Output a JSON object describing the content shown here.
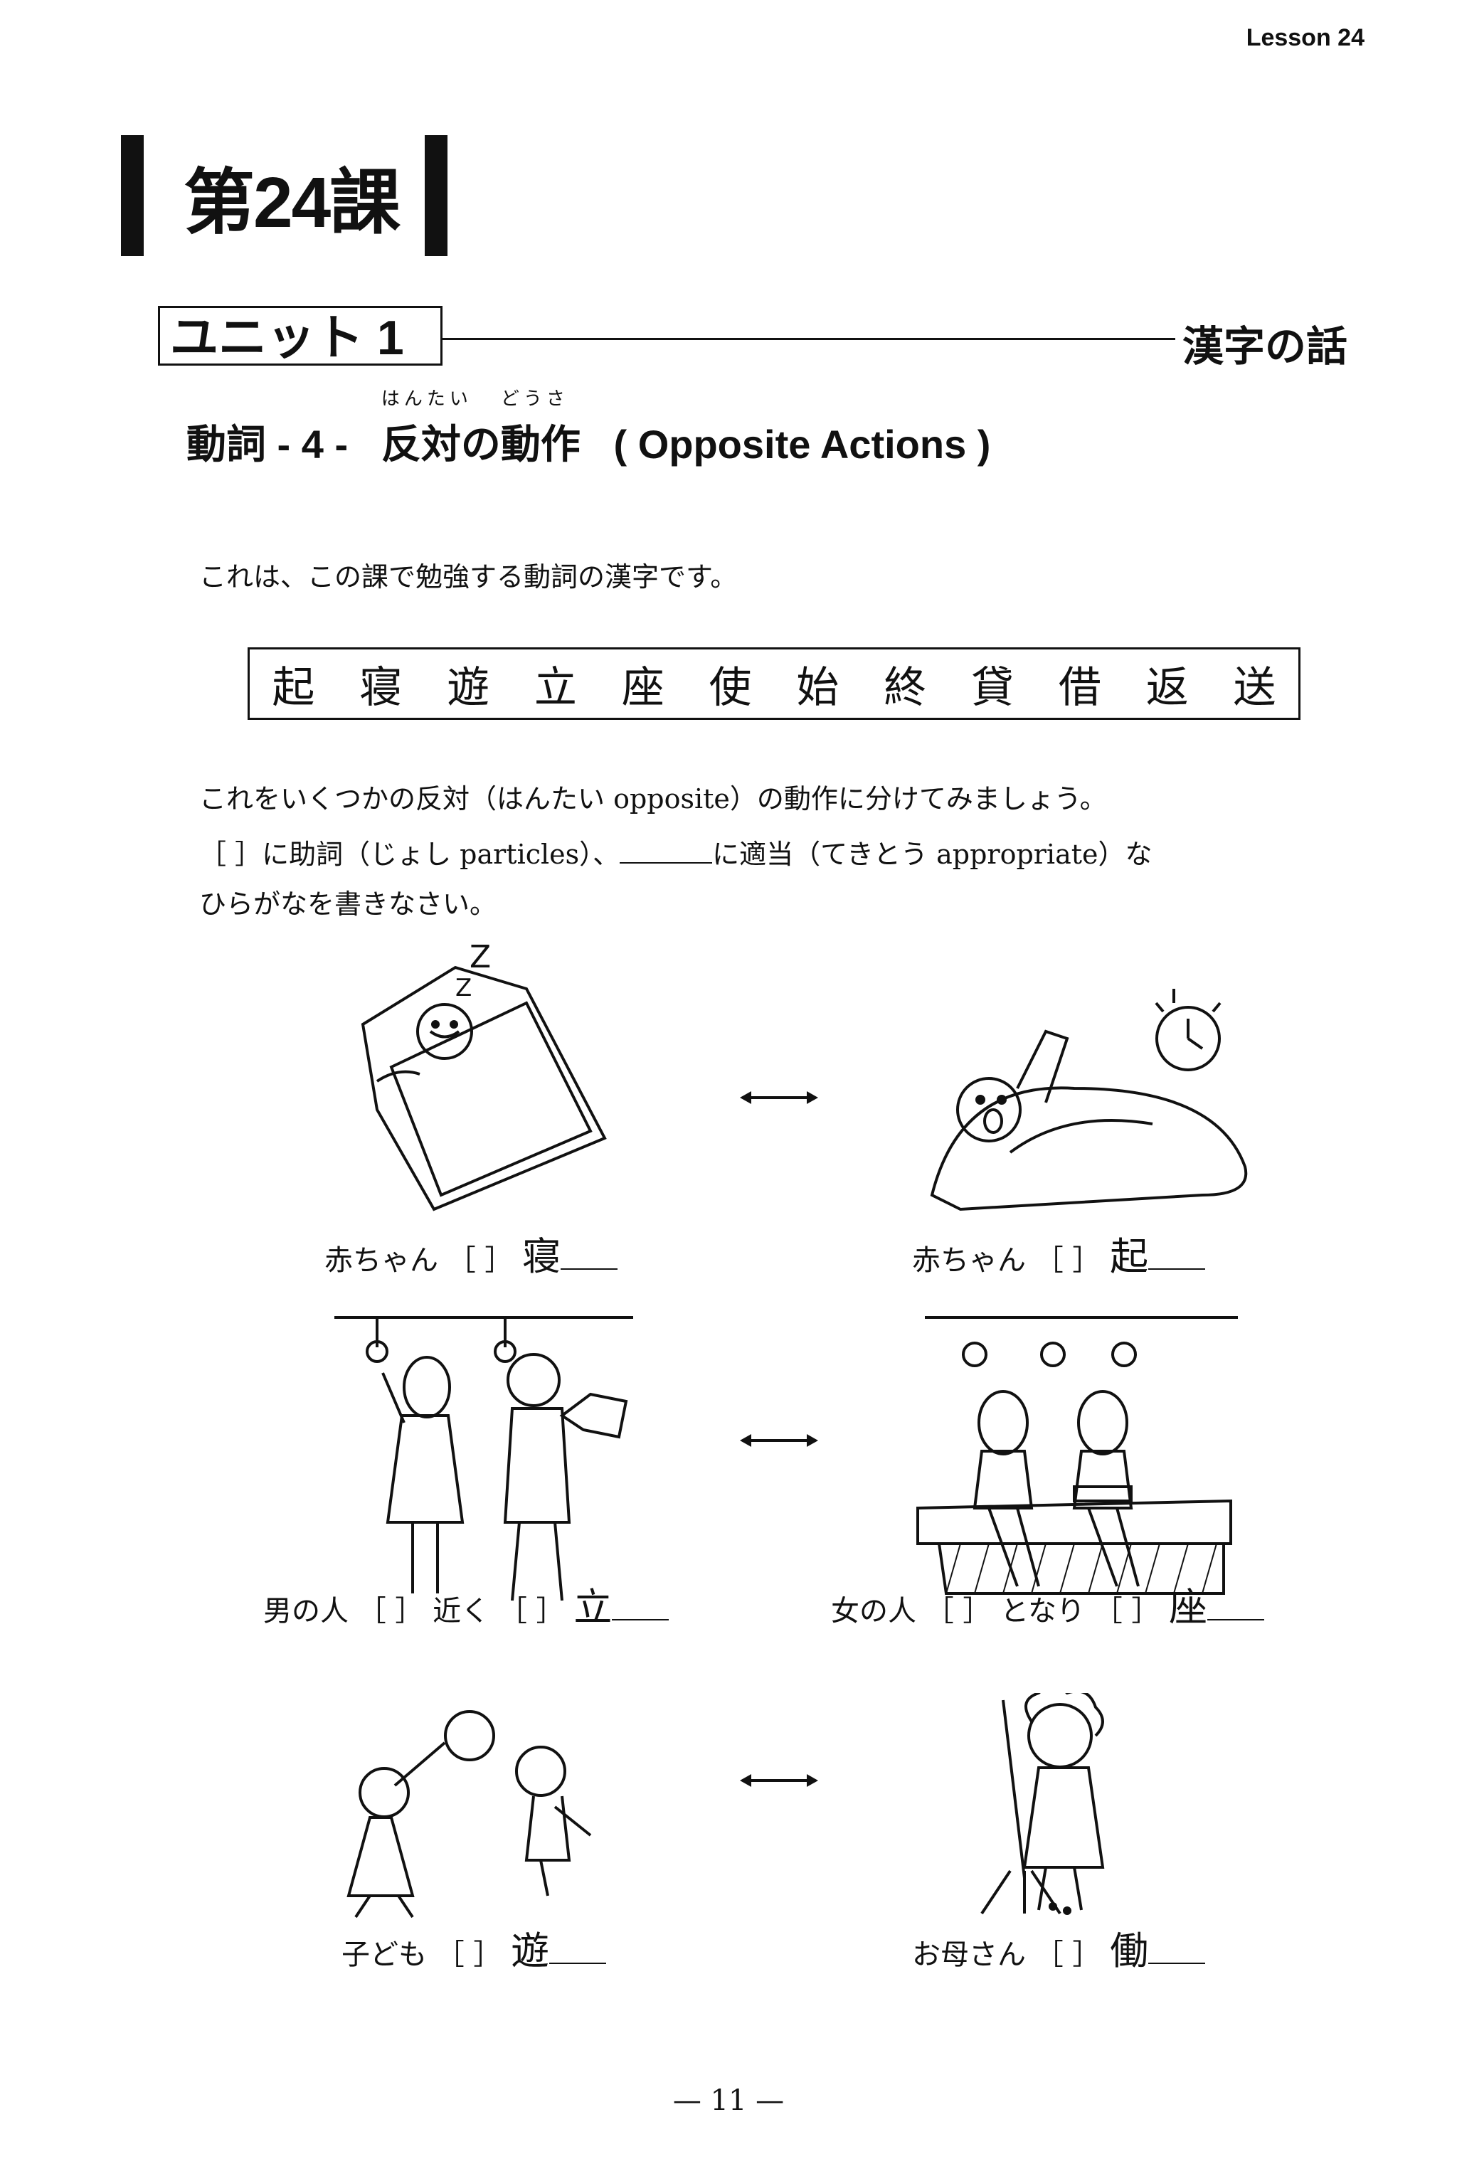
{
  "header": {
    "lesson_tag": "Lesson 24"
  },
  "chapter": {
    "title": "第24課"
  },
  "unit": {
    "label": "ユニット 1",
    "topic": "漢字の話"
  },
  "section": {
    "prefix": "動詞 - 4 -",
    "furigana_1": "はんたい",
    "base_1": "反対",
    "particle": "の",
    "furigana_2": "どうさ",
    "base_2": "動作",
    "english": "( Opposite Actions )"
  },
  "intro": {
    "text": "これは、この課で勉強する動詞の漢字です。"
  },
  "kanji_list": [
    "起",
    "寝",
    "遊",
    "立",
    "座",
    "使",
    "始",
    "終",
    "貸",
    "借",
    "返",
    "送"
  ],
  "instructions": {
    "line1": "これをいくつかの反対（はんたい opposite）の動作に分けてみましょう。",
    "line2_a": "［ ］に助詞（じょし particles）、",
    "line2_b": "に適当（てきとう appropriate）な",
    "line3": "ひらがなを書きなさい。"
  },
  "pairs": [
    {
      "left": {
        "subject": "赤ちゃん",
        "bracket": "［ ］",
        "verb": "寝"
      },
      "right": {
        "subject": "赤ちゃん",
        "bracket": "［ ］",
        "verb": "起"
      }
    },
    {
      "left": {
        "subject": "男の人",
        "bracket": "［ ］",
        "middle": "近く",
        "bracket2": "［ ］",
        "verb": "立"
      },
      "right": {
        "subject": "女の人",
        "bracket": "［ ］",
        "middle": "となり",
        "bracket2": "［ ］",
        "verb": "座"
      }
    },
    {
      "left": {
        "subject": "子ども",
        "bracket": "［ ］",
        "verb": "遊"
      },
      "right": {
        "subject": "お母さん",
        "bracket": "［ ］",
        "verb": "働"
      }
    }
  ],
  "footer": {
    "page_number": "— 11 —"
  }
}
